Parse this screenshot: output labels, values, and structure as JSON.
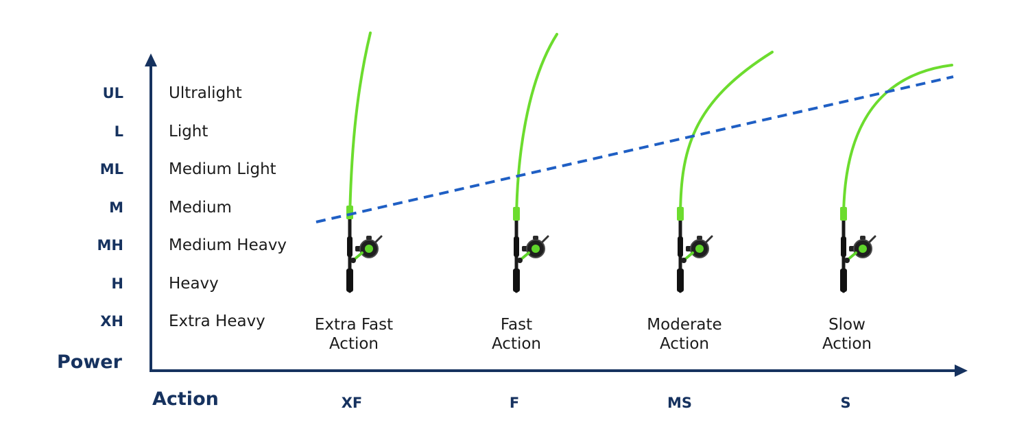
{
  "power_levels": [
    {
      "code": "UL",
      "name": "Ultralight"
    },
    {
      "code": "L",
      "name": "Light"
    },
    {
      "code": "ML",
      "name": "Medium Light"
    },
    {
      "code": "M",
      "name": "Medium"
    },
    {
      "code": "MH",
      "name": "Medium Heavy"
    },
    {
      "code": "H",
      "name": "Heavy"
    },
    {
      "code": "XH",
      "name": "Extra Heavy"
    }
  ],
  "actions": [
    {
      "code": "XF",
      "line1": "Extra Fast",
      "line2": "Action"
    },
    {
      "code": "F",
      "line1": "Fast",
      "line2": "Action"
    },
    {
      "code": "MS",
      "line1": "Moderate",
      "line2": "Action"
    },
    {
      "code": "S",
      "line1": "Slow",
      "line2": "Action"
    }
  ],
  "axis": {
    "y_title": "Power",
    "x_title": "Action"
  },
  "colors": {
    "axis": "#16325f",
    "rod_blank": "#6cdc2e",
    "rod_blank_dark": "#3fae1c",
    "trend_line": "#1f5fc4",
    "handle": "#1a1a1a",
    "text": "#1b1b1b"
  },
  "icons": {
    "rod": "fishing-rod-with-spinning-reel-icon"
  }
}
